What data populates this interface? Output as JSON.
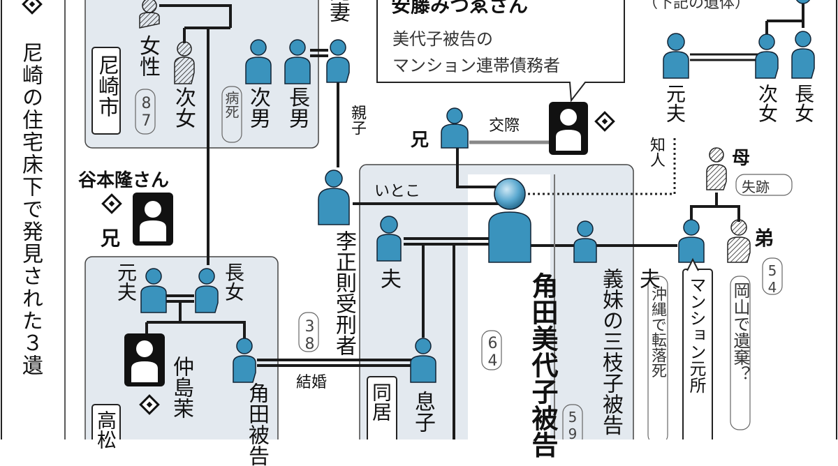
{
  "title": "尼崎の住宅床下で発見された３遺",
  "colors": {
    "person_blue": "#3a93bd",
    "box_fill": "#e3e9ef",
    "line": "#1a1a1a",
    "link_gray": "#777777"
  },
  "amagasaki_box": {
    "label": "尼崎市"
  },
  "takamatsu_box": {
    "label": "高松"
  },
  "doukyo_tag": {
    "label": "同居"
  },
  "people": {
    "female87": {
      "name": "女性",
      "age": "87"
    },
    "second_daughter_a": {
      "name": "次女"
    },
    "second_son": {
      "name": "次男",
      "note": "病死"
    },
    "eldest_son": {
      "name": "長男"
    },
    "ex_wife": {
      "name": "元妻"
    },
    "ri_masanori": {
      "name": "李正則受刑者",
      "age": "38"
    },
    "tanimoto": {
      "name": "谷本隆さん",
      "role": "兄"
    },
    "ex_husband_a": {
      "name": "元夫"
    },
    "eldest_daughter_a": {
      "name": "長女"
    },
    "nakajima": {
      "name": "仲島茉"
    },
    "kakuda_b": {
      "name": "角田被告"
    },
    "son": {
      "name": "息子"
    },
    "husband": {
      "name": "夫"
    },
    "elder_brother": {
      "name": "兄"
    },
    "miyoko": {
      "name": "角田美代子被告",
      "age": "64"
    },
    "mieko": {
      "name": "義妹の三枝子被告",
      "age": "59"
    },
    "husband_right": {
      "name": "夫",
      "note": "沖縄で転落死"
    },
    "mansion_tag": {
      "label": "マンション元所"
    },
    "younger_brother": {
      "name": "弟",
      "age": "54",
      "note": "岡山で遺棄？"
    },
    "mother": {
      "name": "母",
      "note": "失跡"
    },
    "ex_husband_r": {
      "name": "元夫"
    },
    "second_daughter_r": {
      "name": "次女"
    },
    "eldest_daughter_r": {
      "name": "長女"
    }
  },
  "relations": {
    "shinshi": "親子",
    "itoko": "いとこ",
    "kekkon": "結婚",
    "kousai": "交際",
    "chijin": "知人"
  },
  "top_right_note": "（下記の遺体）",
  "callout": {
    "name": "安藤みつゑさん",
    "line1": "美代子被告の",
    "line2": "マンション連帯債務者"
  }
}
